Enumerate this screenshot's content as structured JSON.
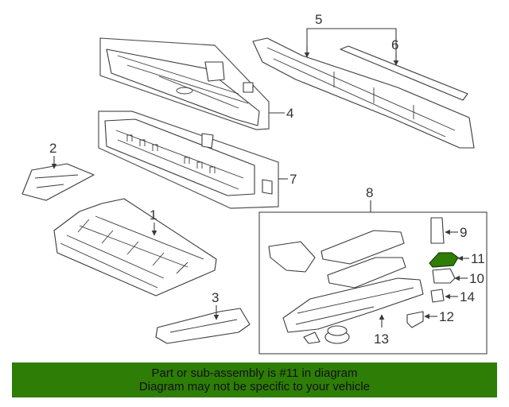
{
  "callouts": [
    "1",
    "2",
    "3",
    "4",
    "5",
    "6",
    "7",
    "8",
    "9",
    "10",
    "11",
    "12",
    "13",
    "14"
  ],
  "highlight": {
    "part": "11",
    "color": "#2e7d06"
  },
  "banner": {
    "line1": "Part or sub-assembly is #11 in diagram",
    "line2": "Diagram may not be specific to your vehicle",
    "color": "#2e7d06"
  }
}
